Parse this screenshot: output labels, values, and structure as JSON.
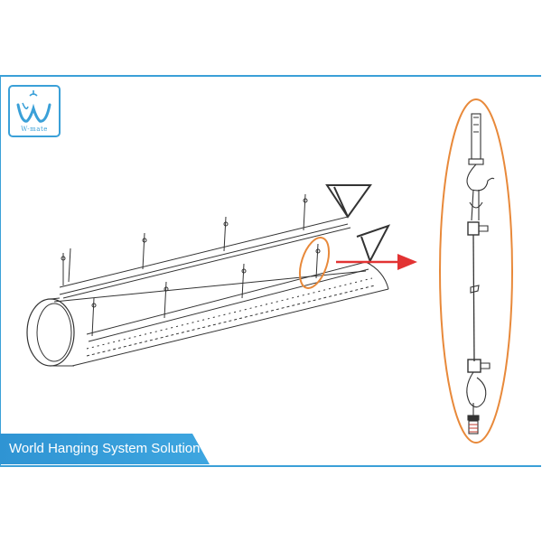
{
  "logo": {
    "text": "W-mate",
    "icon": "wmate-logo-icon"
  },
  "banner": {
    "text": "World Hanging System Solution"
  },
  "colors": {
    "frame": "#3aa0d8",
    "banner": "#2f94d3",
    "highlight_circle": "#e8893a",
    "arrow": "#e23333",
    "line": "#333333"
  },
  "illustration": {
    "main": "duct-with-cable-hangers",
    "detail": "cable-hanger-detail",
    "callout": "detail-arrow"
  }
}
